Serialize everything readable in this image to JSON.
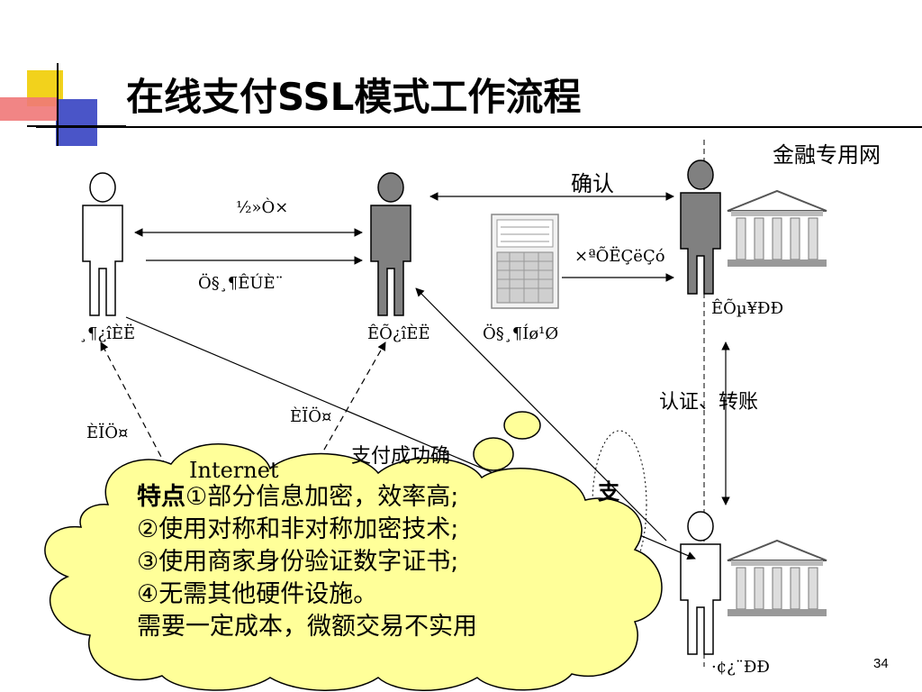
{
  "slide": {
    "title": "在线支付SSL模式工作流程",
    "page_number": "34"
  },
  "diagram": {
    "labels": {
      "financial_network": "金融专用网",
      "confirm": "确认",
      "garbled_top_arrow": "½»Ò×",
      "garbled_payment_info": "Ö§¸¶ÊÚÈ¨",
      "garbled_transfer_request": "×ªÕËÇëÇó",
      "garbled_customer": "¸¶¿îÈË",
      "garbled_merchant": "ÊÕ¿îÈË",
      "garbled_payment_gateway": "Ö§¸¶Íø¹Ø",
      "garbled_acquiring_bank": "ÊÕµ¥ÐÐ",
      "auth_transfer": "认证、转账",
      "garbled_auth_left": "ÈÏÖ¤",
      "garbled_auth_mid": "ÈÏÖ¤",
      "payment_success": "支付成功确",
      "internet": "Internet",
      "zhi": "支",
      "garbled_issuing_bank": "·¢¿¨ÐÐ"
    }
  },
  "callout": {
    "features_heading": "特点",
    "line1": "①部分信息加密，效率高;",
    "line2": "②使用对称和非对称加密技术;",
    "line3": "③使用商家身份验证数字证书;",
    "line4": "④无需其他硬件设施。",
    "line5": "需要一定成本，微额交易不实用"
  }
}
